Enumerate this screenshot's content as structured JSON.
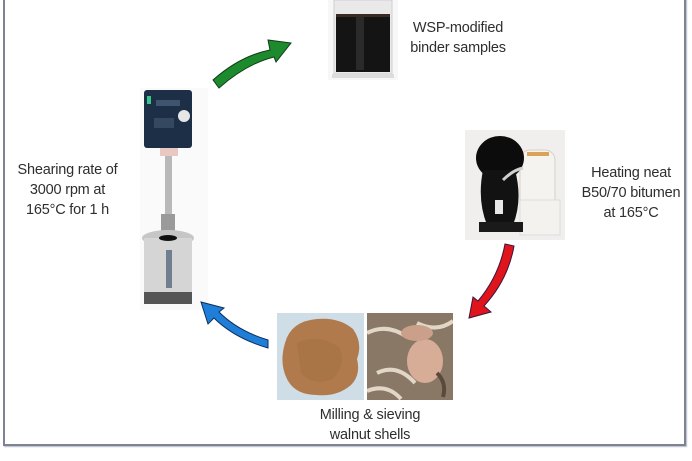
{
  "diagram": {
    "type": "process-cycle",
    "steps": [
      {
        "id": "heating",
        "lines": [
          "Heating neat",
          "B50/70 bitumen",
          "at 165°C"
        ],
        "image": "heating-pot-photo"
      },
      {
        "id": "milling",
        "lines": [
          "Milling & sieving",
          "walnut shells"
        ],
        "image": "walnut-powder-and-shells-photos"
      },
      {
        "id": "shearing",
        "lines": [
          "Shearing rate of",
          "3000 rpm at",
          "165°C for 1 h"
        ],
        "image": "high-shear-mixer-photo"
      },
      {
        "id": "product",
        "lines": [
          "WSP-modified",
          "binder samples"
        ],
        "image": "beaker-of-binder-photo"
      }
    ],
    "arrows": [
      {
        "from": "heating",
        "to": "milling",
        "color": "#e0141b"
      },
      {
        "from": "milling",
        "to": "shearing",
        "color": "#1f7fd8"
      },
      {
        "from": "shearing",
        "to": "product",
        "color": "#1e8a2e"
      }
    ],
    "colors": {
      "frame": "#7d8294",
      "powder": "#b07a4c",
      "bitumen": "#141414"
    }
  }
}
